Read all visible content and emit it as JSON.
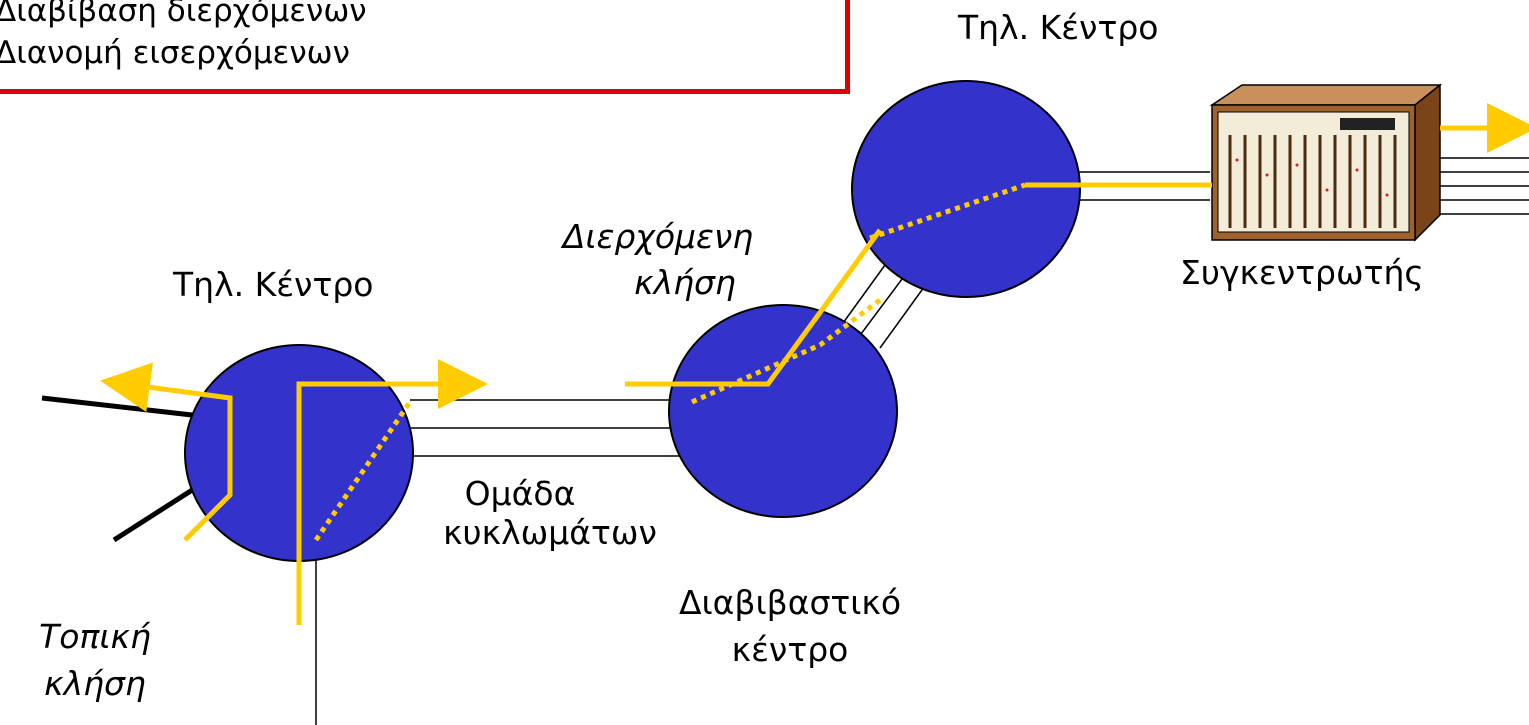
{
  "callout": {
    "line1": "Διαβίβαση διερχόμενων",
    "line2": "Διανομή εισερχόμενων"
  },
  "labels": {
    "office_top": "Τηλ. Κέντρο",
    "office_left": "Τηλ. Κέντρο",
    "transit_call_line1": "Διερχόμενη",
    "transit_call_line2": "κλήση",
    "concentrator": "Συγκεντρωτής",
    "trunk_group_line1": "Ομάδα",
    "trunk_group_line2": "κυκλωμάτων",
    "tandem_line1": "Διαβιβαστικό",
    "tandem_line2": "κέντρο",
    "local_call_line1": "Τοπική",
    "local_call_line2": "κλήση"
  },
  "colors": {
    "node_fill": "#3333cc",
    "call_path": "#ffcc00",
    "callout_border": "#e00000",
    "concentrator_body": "#a0622d"
  },
  "icons": {
    "concentrator": "concentrator-icon"
  }
}
